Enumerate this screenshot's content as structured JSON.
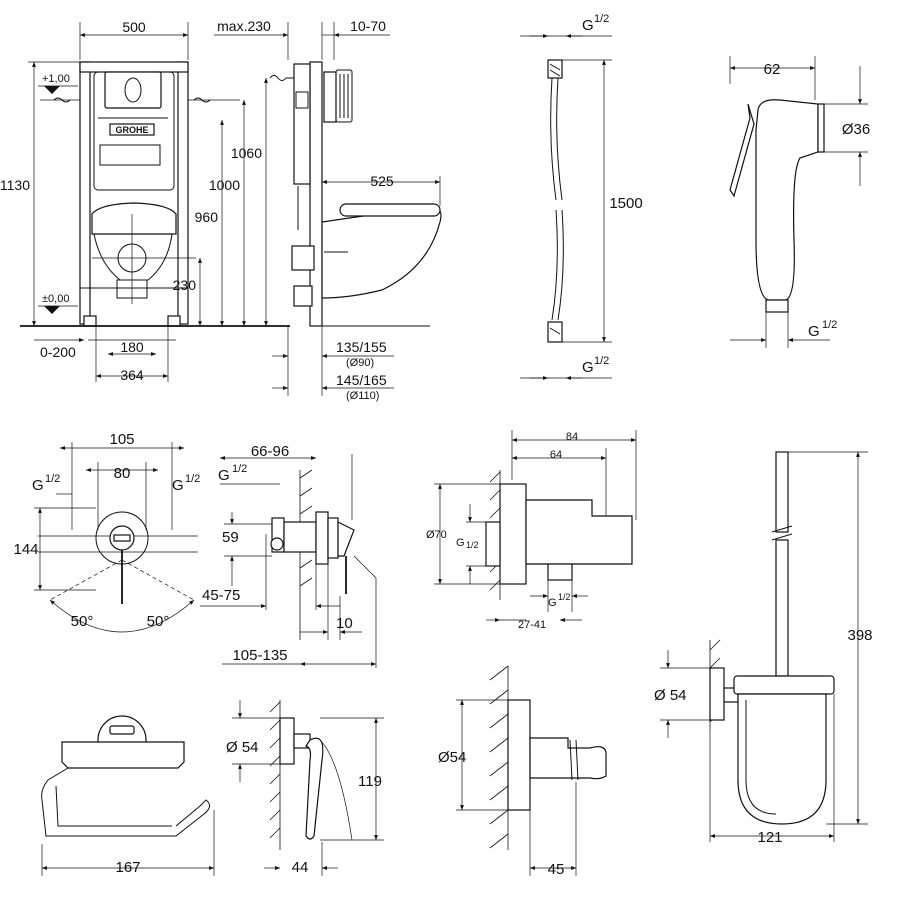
{
  "frame": {
    "w500": "500",
    "max230": "max.230",
    "r10_70": "10-70",
    "h1130": "1130",
    "h1060": "1060",
    "h1000": "1000",
    "h960": "960",
    "h230": "230",
    "plus100": "+1,00",
    "pm000": "±0,00",
    "w0_200": "0-200",
    "w180": "180",
    "w364": "364",
    "w525": "525",
    "r135_155": "135/155",
    "d90": "(Ø90)",
    "r145_165": "145/165",
    "d110": "(Ø110)",
    "brand": "GROHE"
  },
  "hose": {
    "g_top": "G",
    "g_bottom": "G",
    "frac": "1/2",
    "len": "1500"
  },
  "spray": {
    "w62": "62",
    "d36": "Ø36",
    "g": "G",
    "frac": "1/2"
  },
  "mixer": {
    "w105": "105",
    "w80": "80",
    "g_left": "G",
    "g_right": "G",
    "frac": "1/2",
    "h144": "144",
    "a50l": "50°",
    "a50r": "50°",
    "r66_96": "66-96",
    "g_side": "G",
    "h59": "59",
    "r45_75": "45-75",
    "w10": "10",
    "r105_135": "105-135"
  },
  "elbow": {
    "w84": "84",
    "w64": "64",
    "d70": "Ø70",
    "g_in": "G",
    "frac": "1/2",
    "g_out": "G",
    "r27_41": "27-41"
  },
  "brush": {
    "d54": "Ø 54",
    "h398": "398",
    "w121": "121"
  },
  "paper": {
    "w167": "167"
  },
  "hook": {
    "d54": "Ø 54",
    "h119": "119",
    "w44": "44"
  },
  "holder": {
    "d54": "Ø54",
    "w45": "45"
  }
}
